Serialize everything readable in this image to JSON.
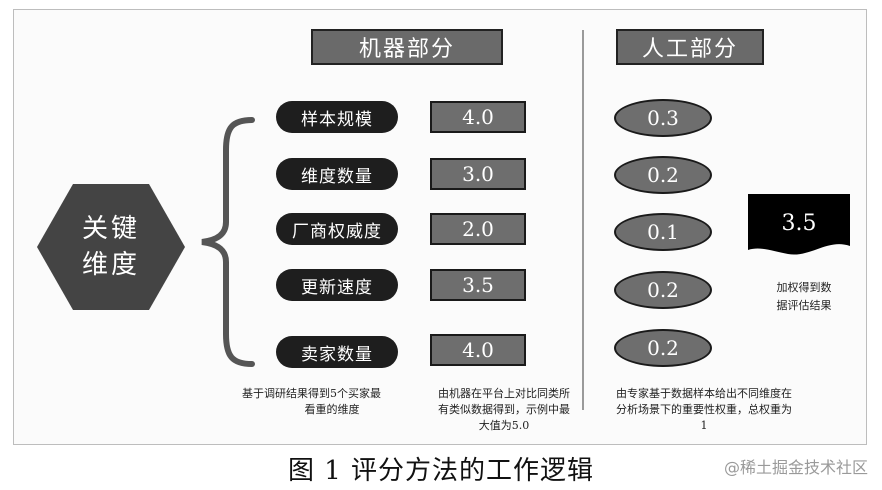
{
  "headers": {
    "machine": "机器部分",
    "human": "人工部分"
  },
  "key_dimension": {
    "line1": "关键",
    "line2": "维度"
  },
  "dimensions": [
    {
      "label": "样本规模",
      "machine_score": "4.0",
      "human_weight": "0.3"
    },
    {
      "label": "维度数量",
      "machine_score": "3.0",
      "human_weight": "0.2"
    },
    {
      "label": "厂商权威度",
      "machine_score": "2.0",
      "human_weight": "0.1"
    },
    {
      "label": "更新速度",
      "machine_score": "3.5",
      "human_weight": "0.2"
    },
    {
      "label": "卖家数量",
      "machine_score": "4.0",
      "human_weight": "0.2"
    }
  ],
  "result": {
    "value": "3.5",
    "label_line1": "加权得到数",
    "label_line2": "据评估结果"
  },
  "notes": {
    "dimensions_note": [
      "基于调研结果得到5个买家最",
      "看重的维度"
    ],
    "machine_note": [
      "由机器在平台上对比同类所",
      "有类似数据得到，示例中最",
      "大值为5.0"
    ],
    "human_note": [
      "由专家基于数据样本给出不同维度在",
      "分析场景下的重要性权重，总权重为",
      "1"
    ]
  },
  "caption": "图 1  评分方法的工作逻辑",
  "watermark": "@稀土掘金技术社区",
  "colors": {
    "dark": "#1e1e1e",
    "gray": "#6e6e6e",
    "hex_fill": "#444444"
  }
}
